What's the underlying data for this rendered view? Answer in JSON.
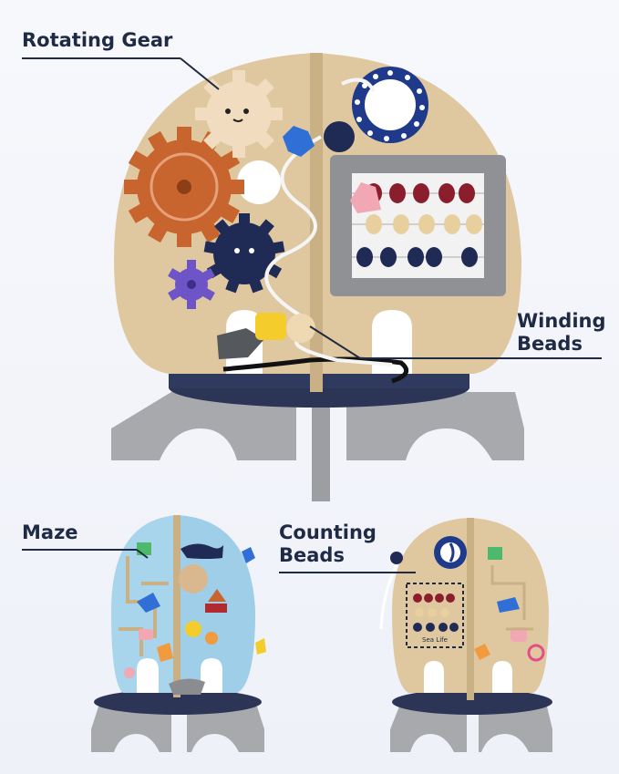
{
  "callouts": {
    "rotating_gear": "Rotating Gear",
    "winding_beads_1": "Winding",
    "winding_beads_2": "Beads",
    "maze": "Maze",
    "counting_beads_1": "Counting",
    "counting_beads_2": "Beads"
  },
  "small_print": {
    "sea_life": "Sea Life"
  },
  "colors": {
    "navy": "#1f2a44",
    "wood": "#dcc59a",
    "blue_panel": "#a9d4ea",
    "grey": "#a8aaad",
    "orange": "#c8652e"
  }
}
